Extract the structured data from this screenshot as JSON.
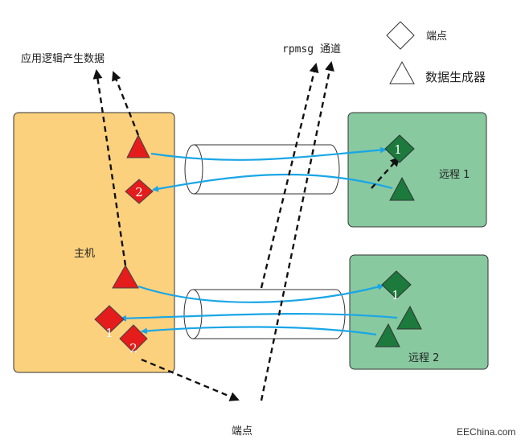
{
  "labels": {
    "app_data": "应用逻辑产生数据",
    "rpmsg_channel": "rpmsg 通道",
    "legend_endpoint": "端点",
    "legend_generator": "数据生成器",
    "host": "主机",
    "remote1": "远程 1",
    "remote2": "远程 2",
    "endpoint_bottom": "端点",
    "watermark": "EEChina.com"
  },
  "endpoint_numbers": {
    "host_ep2": "2",
    "remote1_ep1": "1",
    "remote2_ep1": "1",
    "host_ep1_b": "1",
    "host_ep2_b": "2"
  },
  "colors": {
    "host_fill": "#fcd17d",
    "remote_fill": "#88c9a0",
    "host_marker": "#e41c1c",
    "remote_marker": "#1b7a3c",
    "link": "#1aa6e6",
    "dashed": "#222222"
  }
}
